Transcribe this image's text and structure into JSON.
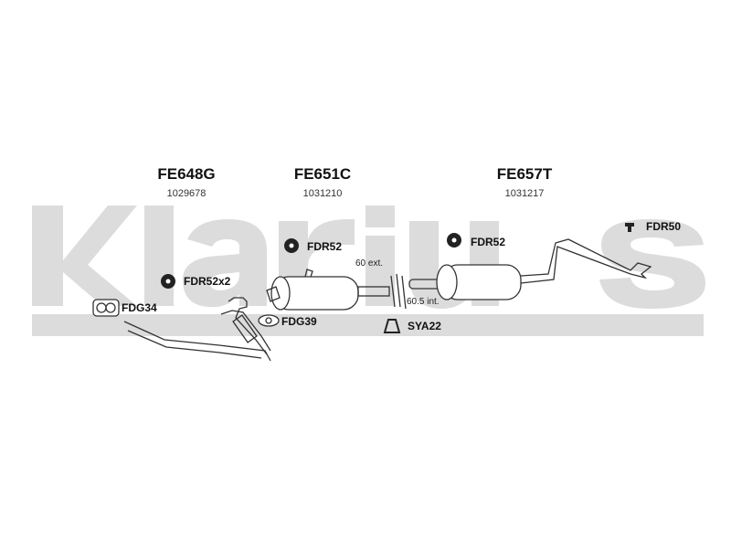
{
  "watermark": "Klarius",
  "colors": {
    "watermark": "#dcdcdc",
    "line": "#333333"
  },
  "sections": [
    {
      "code": "FE648G",
      "number": "1029678"
    },
    {
      "code": "FE651C",
      "number": "1031210"
    },
    {
      "code": "FE657T",
      "number": "1031217"
    }
  ],
  "parts": {
    "fdg34": "FDG34",
    "fdr52x2": "FDR52x2",
    "fdg39": "FDG39",
    "fdr52_a": "FDR52",
    "fdr52_b": "FDR52",
    "sya22": "SYA22",
    "fdr50": "FDR50"
  },
  "notes": {
    "ext": "60 ext.",
    "int": "60.5 int."
  }
}
